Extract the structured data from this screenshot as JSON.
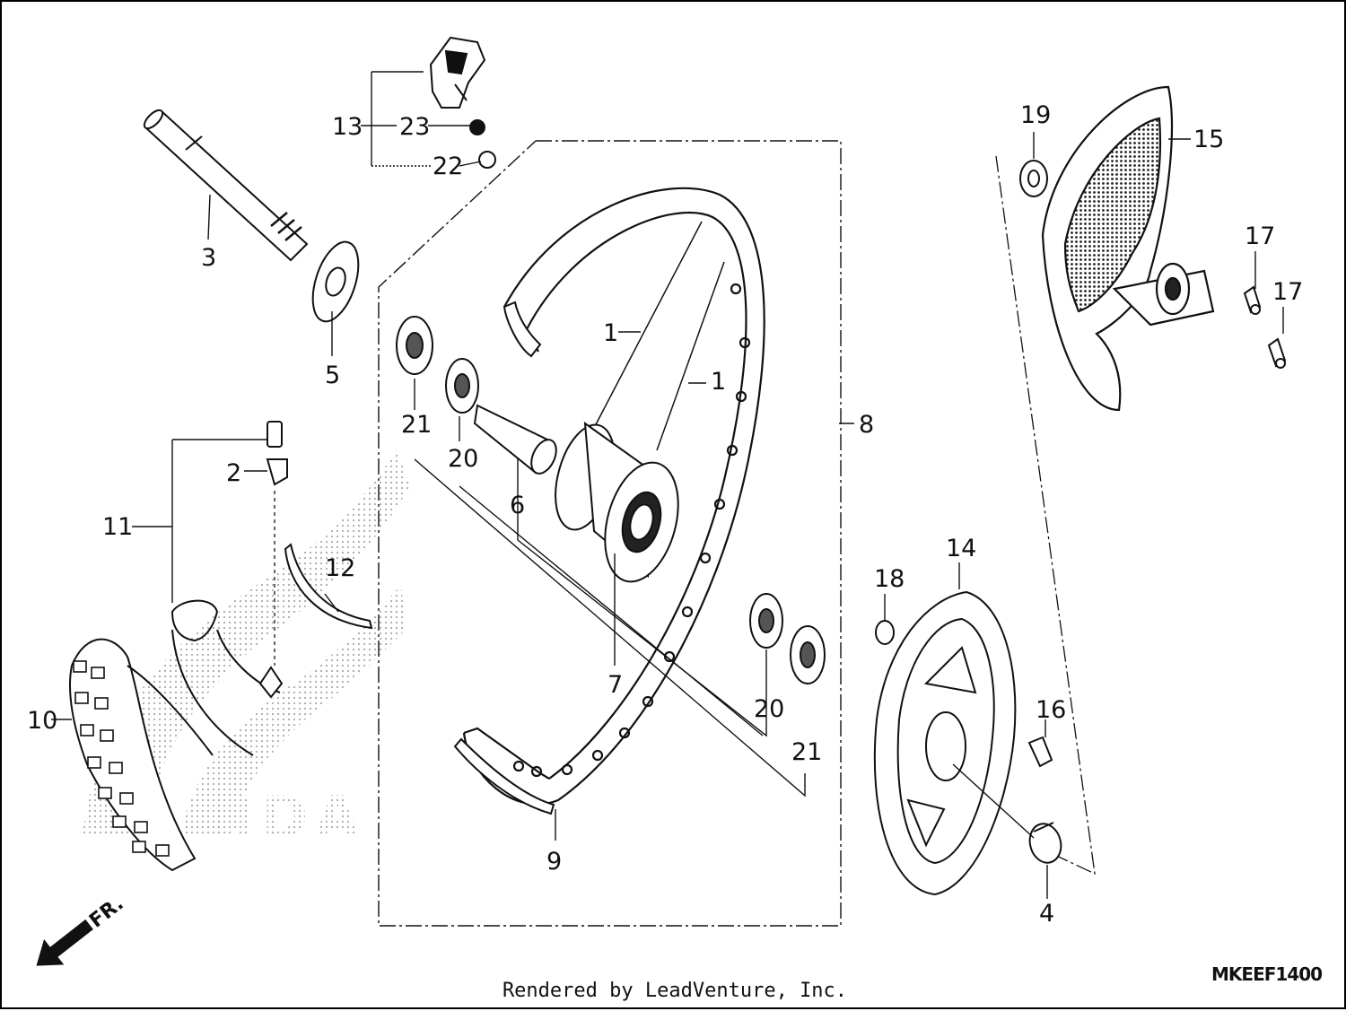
{
  "diagram": {
    "part_numbers": {
      "p1a": "1",
      "p1b": "1",
      "p2": "2",
      "p3": "3",
      "p4": "4",
      "p5": "5",
      "p6": "6",
      "p7": "7",
      "p8": "8",
      "p9": "9",
      "p10": "10",
      "p11": "11",
      "p12": "12",
      "p13": "13",
      "p14": "14",
      "p15": "15",
      "p16": "16",
      "p17a": "17",
      "p17b": "17",
      "p18": "18",
      "p19": "19",
      "p20a": "20",
      "p20b": "20",
      "p21a": "21",
      "p21b": "21",
      "p22": "22",
      "p23": "23"
    },
    "direction_label": "FR.",
    "drawing_code": "MKEEF1400"
  },
  "footer": {
    "text": "Rendered by LeadVenture, Inc."
  },
  "colors": {
    "line": "#111111",
    "background": "#ffffff",
    "watermark": "#bdbdbd"
  }
}
